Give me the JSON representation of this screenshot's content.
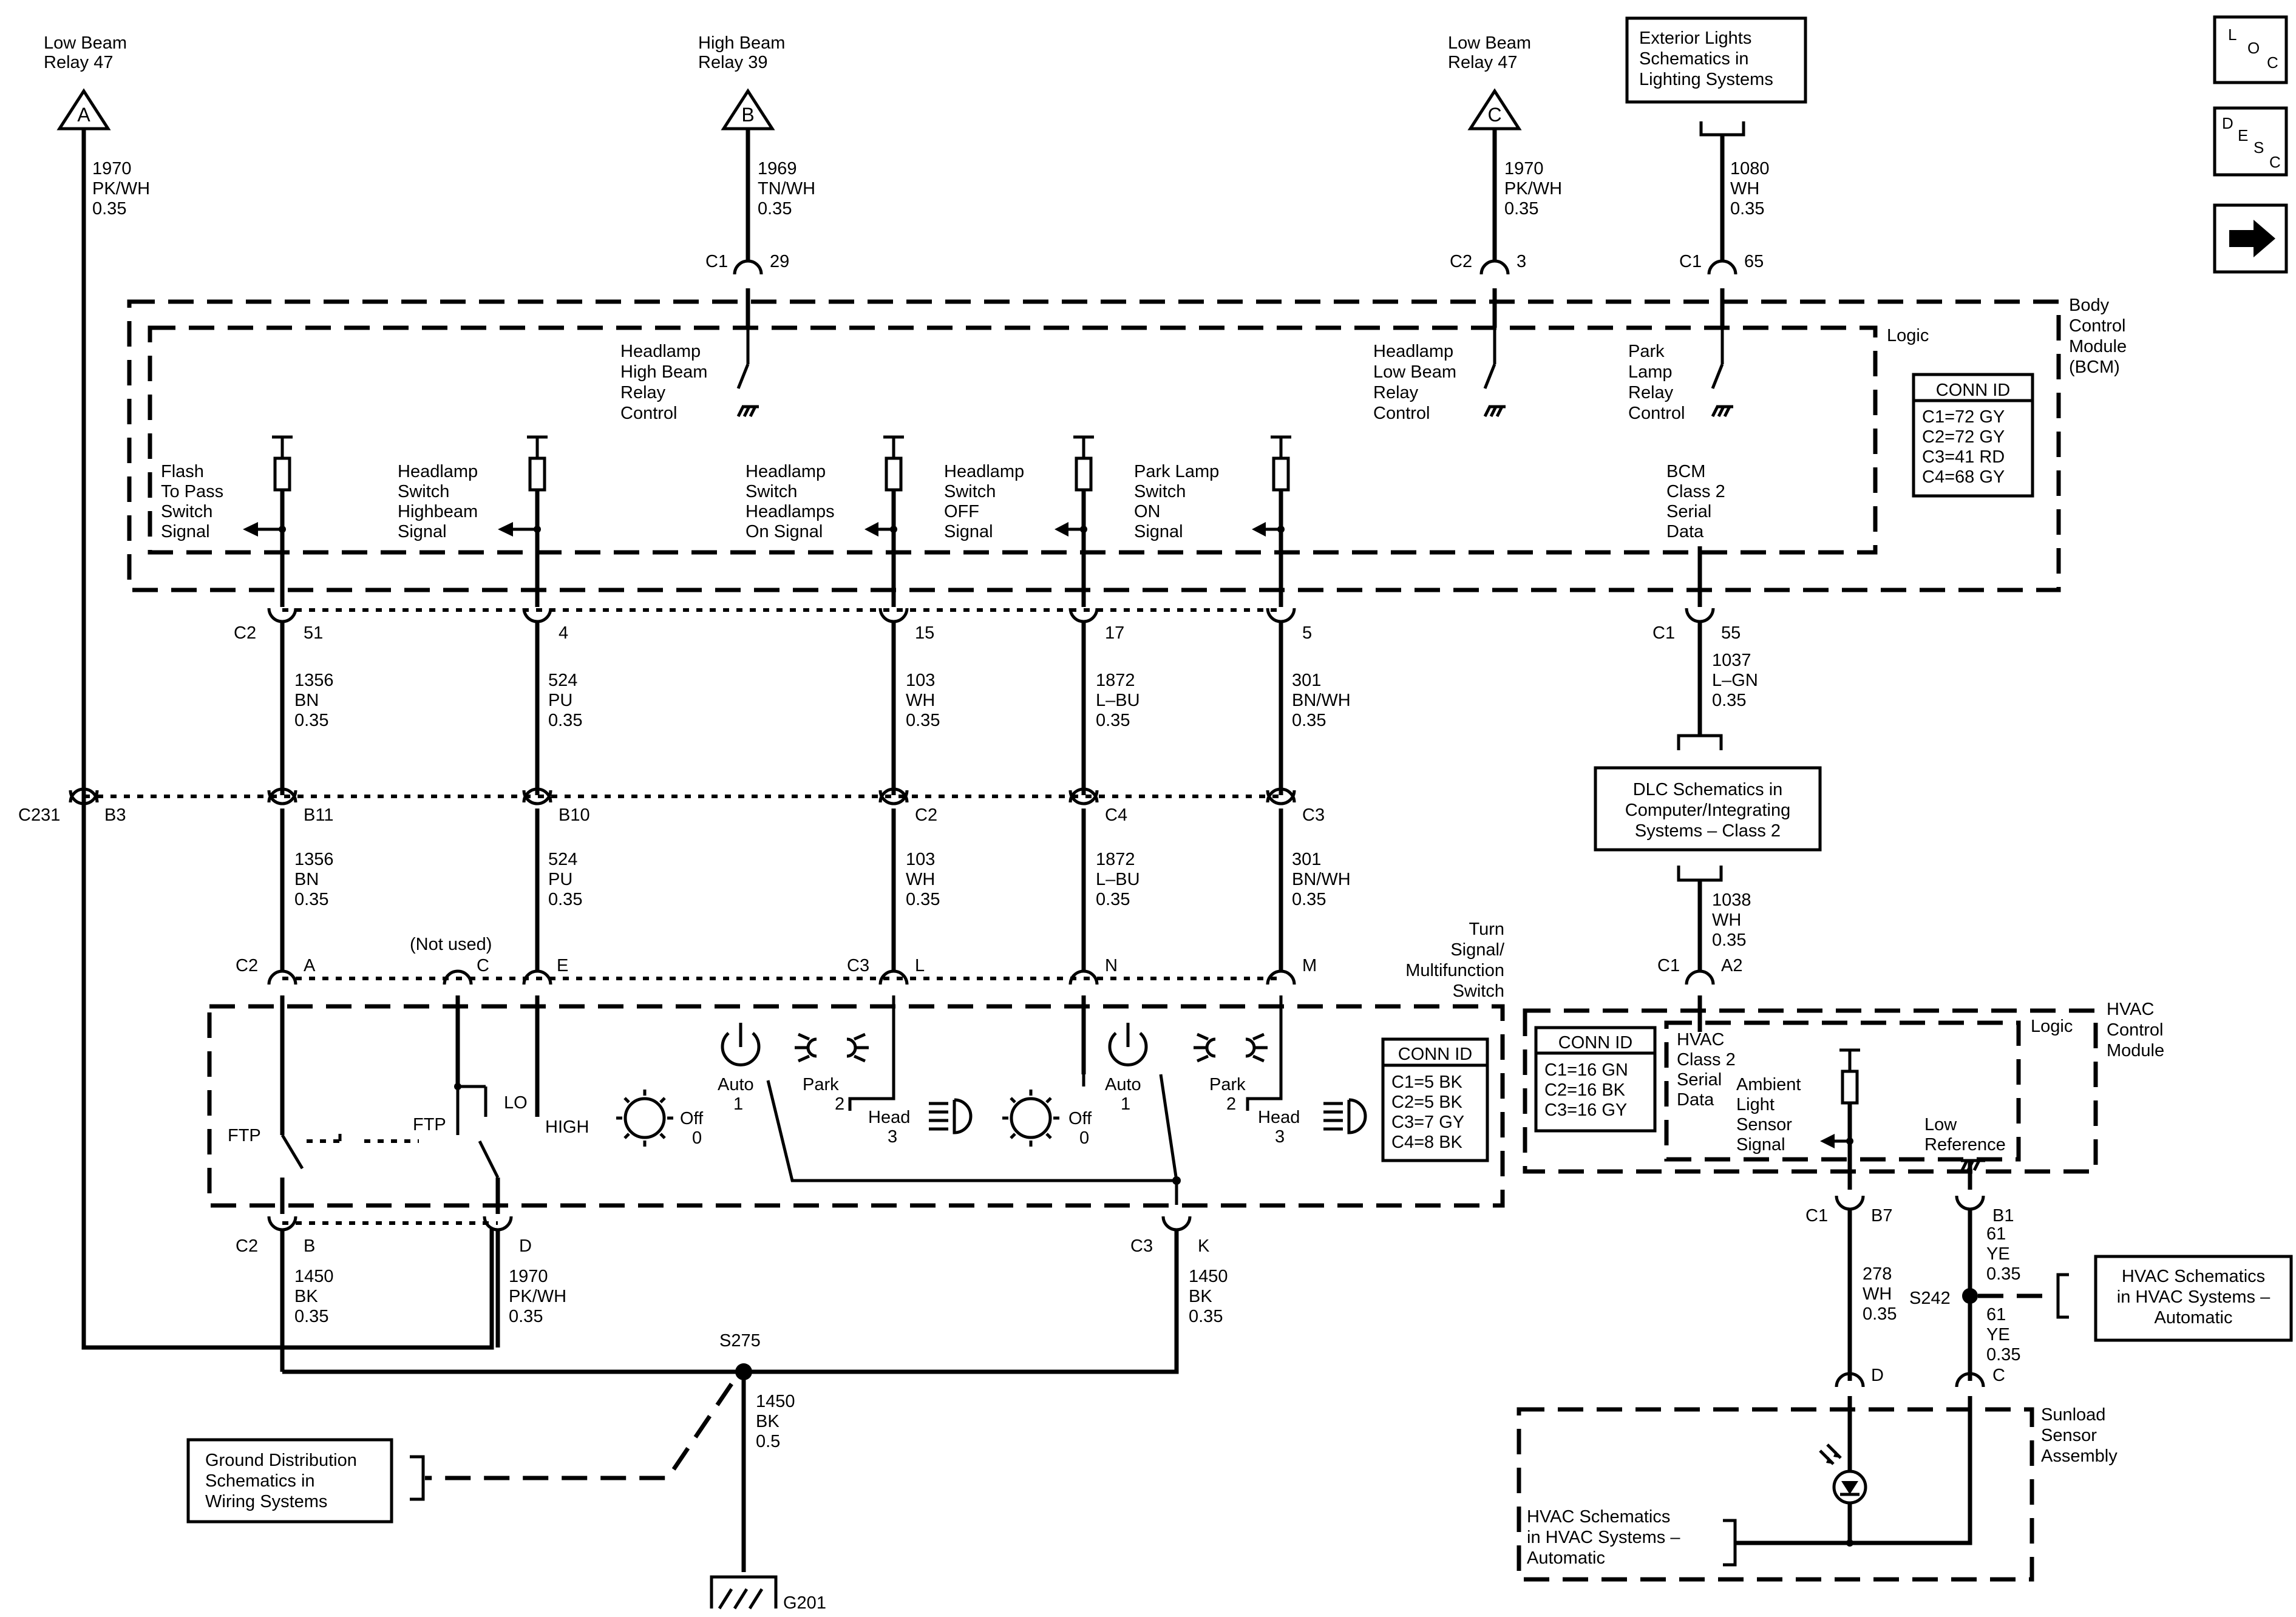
{
  "connectors_top": [
    {
      "id": "A",
      "label1": "Low Beam",
      "label2": "Relay 47",
      "circuit": "1970",
      "color": "PK/WH",
      "size": "0.35"
    },
    {
      "id": "B",
      "label1": "High Beam",
      "label2": "Relay 39",
      "circuit": "1969",
      "color": "TN/WH",
      "size": "0.35"
    },
    {
      "id": "C",
      "label1": "Low Beam",
      "label2": "Relay 47",
      "circuit": "1970",
      "color": "PK/WH",
      "size": "0.35"
    }
  ],
  "ext_lights": {
    "lines": [
      "Exterior Lights",
      "Schematics in",
      "Lighting Systems"
    ],
    "circuit": "1080",
    "color": "WH",
    "size": "0.35"
  },
  "nav_buttons": {
    "loc": "LOC",
    "desc": "DESC",
    "next_icon": "arrow-right-icon"
  },
  "bcm": {
    "name": [
      "Body",
      "Control",
      "Module",
      "(BCM)"
    ],
    "logic": "Logic",
    "pins_top": [
      {
        "conn": "C1",
        "pin": "29"
      },
      {
        "conn": "C2",
        "pin": "3"
      },
      {
        "conn": "C1",
        "pin": "65"
      }
    ],
    "relay_controls": [
      [
        "Headlamp",
        "High Beam",
        "Relay",
        "Control"
      ],
      [
        "Headlamp",
        "Low Beam",
        "Relay",
        "Control"
      ],
      [
        "Park",
        "Lamp",
        "Relay",
        "Control"
      ]
    ],
    "signals": [
      [
        "Flash",
        "To Pass",
        "Switch",
        "Signal"
      ],
      [
        "Headlamp",
        "Switch",
        "Highbeam",
        "Signal"
      ],
      [
        "Headlamp",
        "Switch",
        "Headlamps",
        "On  Signal"
      ],
      [
        "Headlamp",
        "Switch",
        "OFF",
        "Signal"
      ],
      [
        "Park Lamp",
        "Switch",
        "ON",
        "Signal"
      ]
    ],
    "serial": [
      "BCM",
      "Class 2",
      "Serial",
      "Data"
    ],
    "conn_id_title": "CONN ID",
    "conn_id": [
      "C1=72 GY",
      "C2=72 GY",
      "C3=41 RD",
      "C4=68 GY"
    ],
    "pins_bottom": [
      {
        "conn": "C2",
        "pin": "51"
      },
      {
        "pin": "4"
      },
      {
        "pin": "15"
      },
      {
        "pin": "17"
      },
      {
        "pin": "5"
      },
      {
        "conn": "C1",
        "pin": "55"
      }
    ]
  },
  "wires_mid": [
    {
      "circuit": "1356",
      "color": "BN",
      "size": "0.35"
    },
    {
      "circuit": "524",
      "color": "PU",
      "size": "0.35"
    },
    {
      "circuit": "103",
      "color": "WH",
      "size": "0.35"
    },
    {
      "circuit": "1872",
      "color": "L–BU",
      "size": "0.35"
    },
    {
      "circuit": "301",
      "color": "BN/WH",
      "size": "0.35"
    }
  ],
  "c231": {
    "conn": "C231",
    "pins": [
      "B3",
      "B11",
      "B10",
      "C2",
      "C4",
      "C3"
    ]
  },
  "dlc": {
    "lines": [
      "DLC Schematics in",
      "Computer/Integrating",
      "Systems – Class 2"
    ],
    "top_wire": {
      "circuit": "1037",
      "color": "L–GN",
      "size": "0.35"
    },
    "bottom_wire": {
      "circuit": "1038",
      "color": "WH",
      "size": "0.35"
    }
  },
  "switch": {
    "name": [
      "Turn",
      "Signal/",
      "Multifunction",
      "Switch"
    ],
    "not_used": "(Not used)",
    "pins_top": [
      {
        "conn": "C2",
        "pin": "A"
      },
      {
        "pin": "C"
      },
      {
        "pin": "E"
      },
      {
        "conn": "C3",
        "pin": "L"
      },
      {
        "pin": "N"
      },
      {
        "pin": "M"
      }
    ],
    "ftp1": "FTP",
    "ftp2": "FTP",
    "lo": "LO",
    "high": "HIGH",
    "off_label": "Off",
    "off_num": "0",
    "auto_label": "Auto",
    "auto_num": "1",
    "park_label": "Park",
    "park_num": "2",
    "head_label": "Head",
    "head_num": "3",
    "conn_id_title": "CONN ID",
    "conn_id": [
      "C1=5 BK",
      "C2=5 BK",
      "C3=7 GY",
      "C4=8 BK"
    ],
    "pins_bottom": [
      {
        "conn": "C2",
        "pin": "B"
      },
      {
        "pin": "D"
      },
      {
        "conn": "C3",
        "pin": "K"
      }
    ]
  },
  "wires_bottom": [
    {
      "circuit": "1450",
      "color": "BK",
      "size": "0.35"
    },
    {
      "circuit": "1970",
      "color": "PK/WH",
      "size": "0.35"
    },
    {
      "circuit": "1450",
      "color": "BK",
      "size": "0.35"
    }
  ],
  "ground": {
    "splice": "S275",
    "circuit": "1450",
    "color": "BK",
    "size": "0.5",
    "ground": "G201",
    "ref": [
      "Ground Distribution",
      "Schematics in",
      "Wiring Systems"
    ]
  },
  "hvac": {
    "name": [
      "HVAC",
      "Control",
      "Module"
    ],
    "logic": "Logic",
    "top_pin": {
      "conn": "C1",
      "pin": "A2"
    },
    "conn_id_title": "CONN ID",
    "conn_id": [
      "C1=16 GN",
      "C2=16 BK",
      "C3=16 GY"
    ],
    "serial": [
      "HVAC",
      "Class 2",
      "Serial",
      "Data"
    ],
    "sensor": [
      "Ambient",
      "Light",
      "Sensor",
      "Signal"
    ],
    "low_ref": [
      "Low",
      "Reference"
    ],
    "pins_bottom": [
      {
        "conn": "C1",
        "pin": "B7"
      },
      {
        "pin": "B1"
      }
    ],
    "wire1": {
      "circuit": "278",
      "color": "WH",
      "size": "0.35"
    },
    "wire2a": {
      "circuit": "61",
      "color": "YE",
      "size": "0.35"
    },
    "wire2b": {
      "circuit": "61",
      "color": "YE",
      "size": "0.35"
    },
    "splice": "S242",
    "ref": [
      "HVAC Schematics",
      "in HVAC Systems –",
      "Automatic"
    ]
  },
  "sunload": {
    "name": [
      "Sunload",
      "Sensor",
      "Assembly"
    ],
    "pins": [
      "D",
      "C"
    ],
    "ref": [
      "HVAC Schematics",
      "in HVAC Systems –",
      "Automatic"
    ]
  }
}
